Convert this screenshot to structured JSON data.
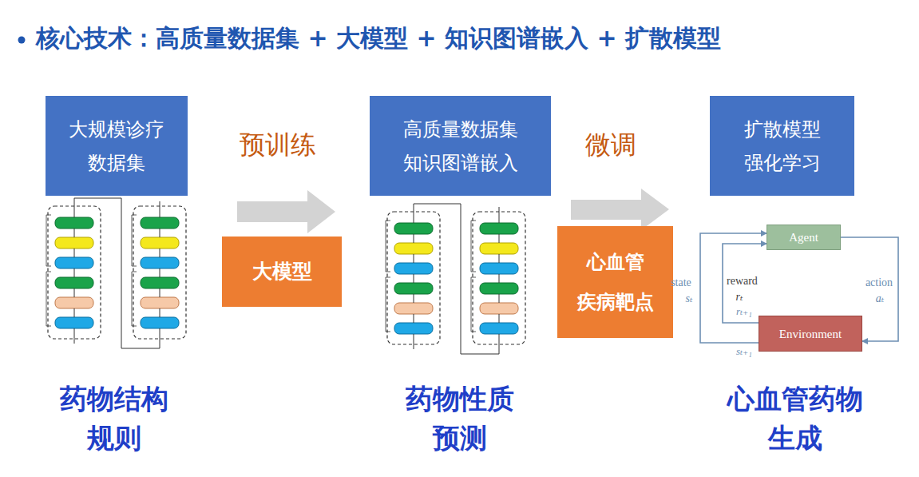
{
  "diagram": {
    "title": "核心技术：高质量数据集 + 大模型 + 知识图谱嵌入 + 扩散模型",
    "nodes": [
      {
        "text": [
          "大规模诊疗 数据集"
        ]
      },
      {
        "text": [
          "大模型"
        ]
      },
      {
        "text": [
          "高质量数据集 知识图谱嵌入"
        ]
      },
      {
        "text": [
          "心血管 疾病靶点"
        ]
      },
      {
        "text": [
          "扩散模型 强化学习"
        ]
      },
      {
        "text": [
          "Agent"
        ]
      },
      {
        "text": [
          "Environment"
        ]
      }
    ],
    "edges": [
      {
        "from": 5,
        "to": 6,
        "label": "action",
        "arrow": "to"
      },
      {
        "from": 6,
        "to": 5,
        "label": "state",
        "arrow": "to"
      },
      {
        "from": 6,
        "to": 5,
        "label": "reward",
        "arrow": "to"
      }
    ],
    "labels": [
      "预训练",
      "微调",
      "药物结构 规则",
      "药物性质 预测",
      "心血管药物 生成",
      "sₜ",
      "rₜ",
      "aₜ",
      "rₜ₊₁",
      "sₜ₊₁"
    ]
  }
}
